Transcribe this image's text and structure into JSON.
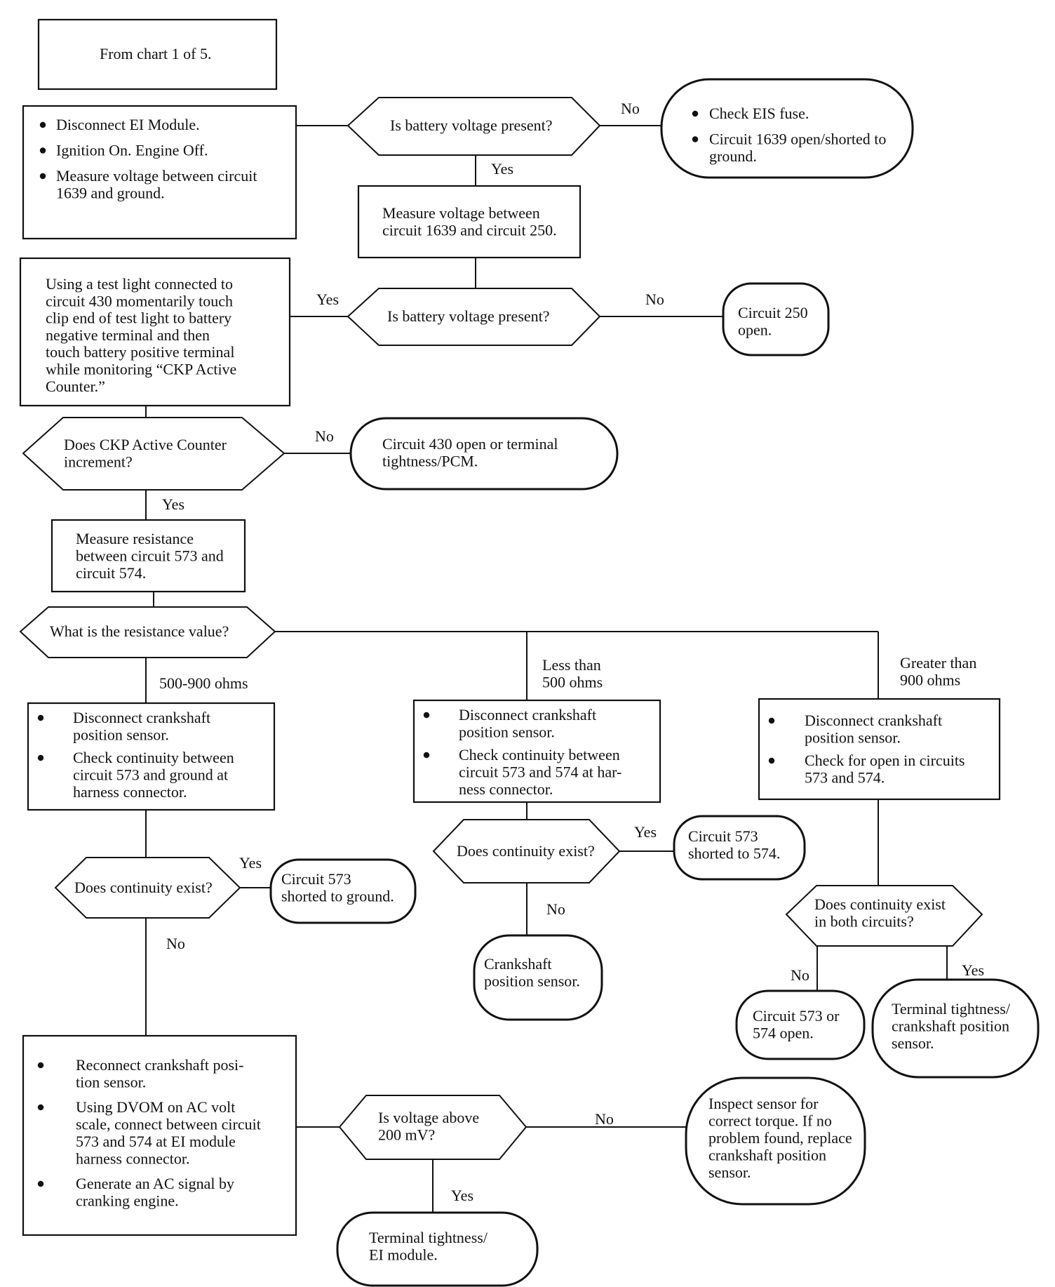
{
  "nodes": {
    "from_chart": {
      "lines": [
        "From chart 1 of 5."
      ]
    },
    "disconnect_ei": {
      "bullets": [
        [
          "Disconnect EI Module."
        ],
        [
          "Ignition On. Engine Off."
        ],
        [
          "Measure voltage between circuit",
          "1639 and ground."
        ]
      ]
    },
    "q_battery_1": {
      "lines": [
        "Is battery voltage present?"
      ]
    },
    "check_eis": {
      "bullets": [
        [
          "Check EIS fuse."
        ],
        [
          "Circuit 1639 open/shorted to",
          "ground."
        ]
      ]
    },
    "measure_1639_250": {
      "lines": [
        "Measure voltage between",
        "circuit 1639 and circuit 250."
      ]
    },
    "test_light": {
      "lines": [
        "Using a test light connected to",
        "circuit 430 momentarily touch",
        "clip end of test light to battery",
        "negative terminal and then",
        "touch battery positive terminal",
        "while monitoring “CKP Active",
        "Counter.”"
      ]
    },
    "q_battery_2": {
      "lines": [
        "Is battery voltage present?"
      ]
    },
    "circuit_250_open": {
      "lines": [
        "Circuit 250",
        "open."
      ]
    },
    "q_ckp": {
      "lines": [
        "Does CKP Active Counter",
        "increment?"
      ]
    },
    "circuit_430_open": {
      "lines": [
        "Circuit 430 open or terminal",
        "tightness/PCM."
      ]
    },
    "measure_resistance": {
      "lines": [
        "Measure resistance",
        "between circuit 573 and",
        "circuit 574."
      ]
    },
    "q_resistance": {
      "lines": [
        "What is the resistance value?"
      ]
    },
    "left_box": {
      "bullets": [
        [
          "Disconnect crankshaft",
          "position sensor."
        ],
        [
          "Check continuity between",
          "circuit 573 and ground at",
          "harness connector."
        ]
      ]
    },
    "middle_box": {
      "bullets": [
        [
          "Disconnect crankshaft",
          "position sensor."
        ],
        [
          "Check continuity between",
          "circuit 573 and 574 at har-",
          "ness connector."
        ]
      ]
    },
    "right_box": {
      "bullets": [
        [
          "Disconnect crankshaft",
          "position sensor."
        ],
        [
          "Check for open in circuits",
          "573 and 574."
        ]
      ]
    },
    "q_cont_left": {
      "lines": [
        "Does continuity exist?"
      ]
    },
    "shorted_ground": {
      "lines": [
        "Circuit 573",
        "shorted to ground."
      ]
    },
    "q_cont_mid": {
      "lines": [
        "Does continuity exist?"
      ]
    },
    "shorted_574": {
      "lines": [
        "Circuit 573",
        "shorted to 574."
      ]
    },
    "crank_sensor": {
      "lines": [
        "Crankshaft",
        "position sensor."
      ]
    },
    "q_cont_both": {
      "lines": [
        "Does continuity exist",
        "in both circuits?"
      ]
    },
    "open_573_574": {
      "lines": [
        "Circuit 573 or",
        "574 open."
      ]
    },
    "terminal_crank": {
      "lines": [
        "Terminal tightness/",
        "crankshaft position",
        "sensor."
      ]
    },
    "reconnect_box": {
      "bullets": [
        [
          "Reconnect crankshaft posi-",
          "tion sensor."
        ],
        [
          "Using DVOM on AC volt",
          "scale, connect between circuit",
          "573 and 574 at EI module",
          "harness connector."
        ],
        [
          "Generate an AC signal by",
          "cranking engine."
        ]
      ]
    },
    "q_voltage": {
      "lines": [
        "Is voltage above",
        "200 mV?"
      ]
    },
    "inspect_sensor": {
      "lines": [
        "Inspect sensor for",
        "correct torque. If no",
        "problem found, replace",
        "crankshaft position",
        "sensor."
      ]
    },
    "terminal_ei": {
      "lines": [
        "Terminal tightness/",
        "EI module."
      ]
    }
  },
  "edge_labels": {
    "no_eis": "No",
    "yes_1639_250": "Yes",
    "yes_test_light": "Yes",
    "no_250": "No",
    "no_430": "No",
    "yes_resistance": "Yes",
    "range_500_900": "500-900 ohms",
    "less_than_500": [
      "Less than",
      "500 ohms"
    ],
    "greater_than_900": [
      "Greater than",
      "900 ohms"
    ],
    "yes_shorted_ground": "Yes",
    "no_left": "No",
    "yes_shorted_574": "Yes",
    "no_crank_sensor": "No",
    "no_both": "No",
    "yes_both": "Yes",
    "no_inspect": "No",
    "yes_terminal_ei": "Yes"
  }
}
